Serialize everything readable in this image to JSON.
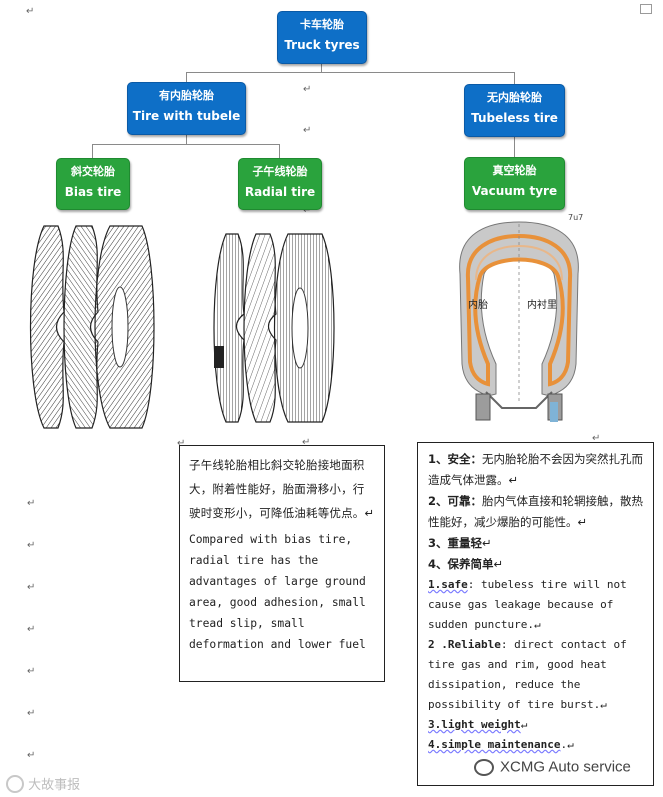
{
  "doc": {
    "return_mark": "↵",
    "tree": {
      "root": {
        "cn": "卡车轮胎",
        "en": "Truck tyres"
      },
      "left": {
        "cn": "有内胎轮胎",
        "en": "Tire with tubele"
      },
      "right": {
        "cn": "无内胎轮胎",
        "en": "Tubeless tire"
      },
      "bias": {
        "cn": "斜交轮胎",
        "en": "Bias tire"
      },
      "radial": {
        "cn": "子午线轮胎",
        "en": "Radial tire"
      },
      "vacuum": {
        "cn": "真空轮胎",
        "en": "Vacuum tyre"
      }
    },
    "vacuum_labels": {
      "inner_tube": "内胎",
      "inner_liner": "内衬里",
      "corner": "7u7"
    },
    "radial_box": {
      "cn": "子午线轮胎相比斜交轮胎接地面积大，附着性能好，胎面滑移小，行驶时变形小，可降低油耗等优点。↵",
      "en": "Compared with bias tire, radial tire has the advantages of large ground area, good adhesion, small tread slip, small deformation and lower fuel"
    },
    "tubeless_box": {
      "items_cn": [
        {
          "num": "1、",
          "title": "安全：",
          "text": "无内胎轮胎不会因为突然扎孔而造成气体泄露。↵"
        },
        {
          "num": "2、",
          "title": "可靠：",
          "text": "胎内气体直接和轮辋接触，散热性能好，减少爆胎的可能性。↵"
        },
        {
          "num": "3、",
          "title": "重量轻",
          "text": "↵"
        },
        {
          "num": "4、",
          "title": "保养简单",
          "text": "↵"
        }
      ],
      "items_en": [
        {
          "title": "1.safe",
          "text": ": tubeless tire will not cause gas leakage because of sudden puncture.↵"
        },
        {
          "title": "2 .Reliable",
          "text": ": direct contact of tire gas and rim, good heat dissipation, reduce the possibility of tire burst.↵"
        },
        {
          "title": "3.light weight",
          "text": "↵"
        },
        {
          "title": "4.simple maintenance",
          "text": ".↵"
        }
      ]
    },
    "watermark_left": "大故事报",
    "watermark_right": "XCMG Auto service"
  }
}
